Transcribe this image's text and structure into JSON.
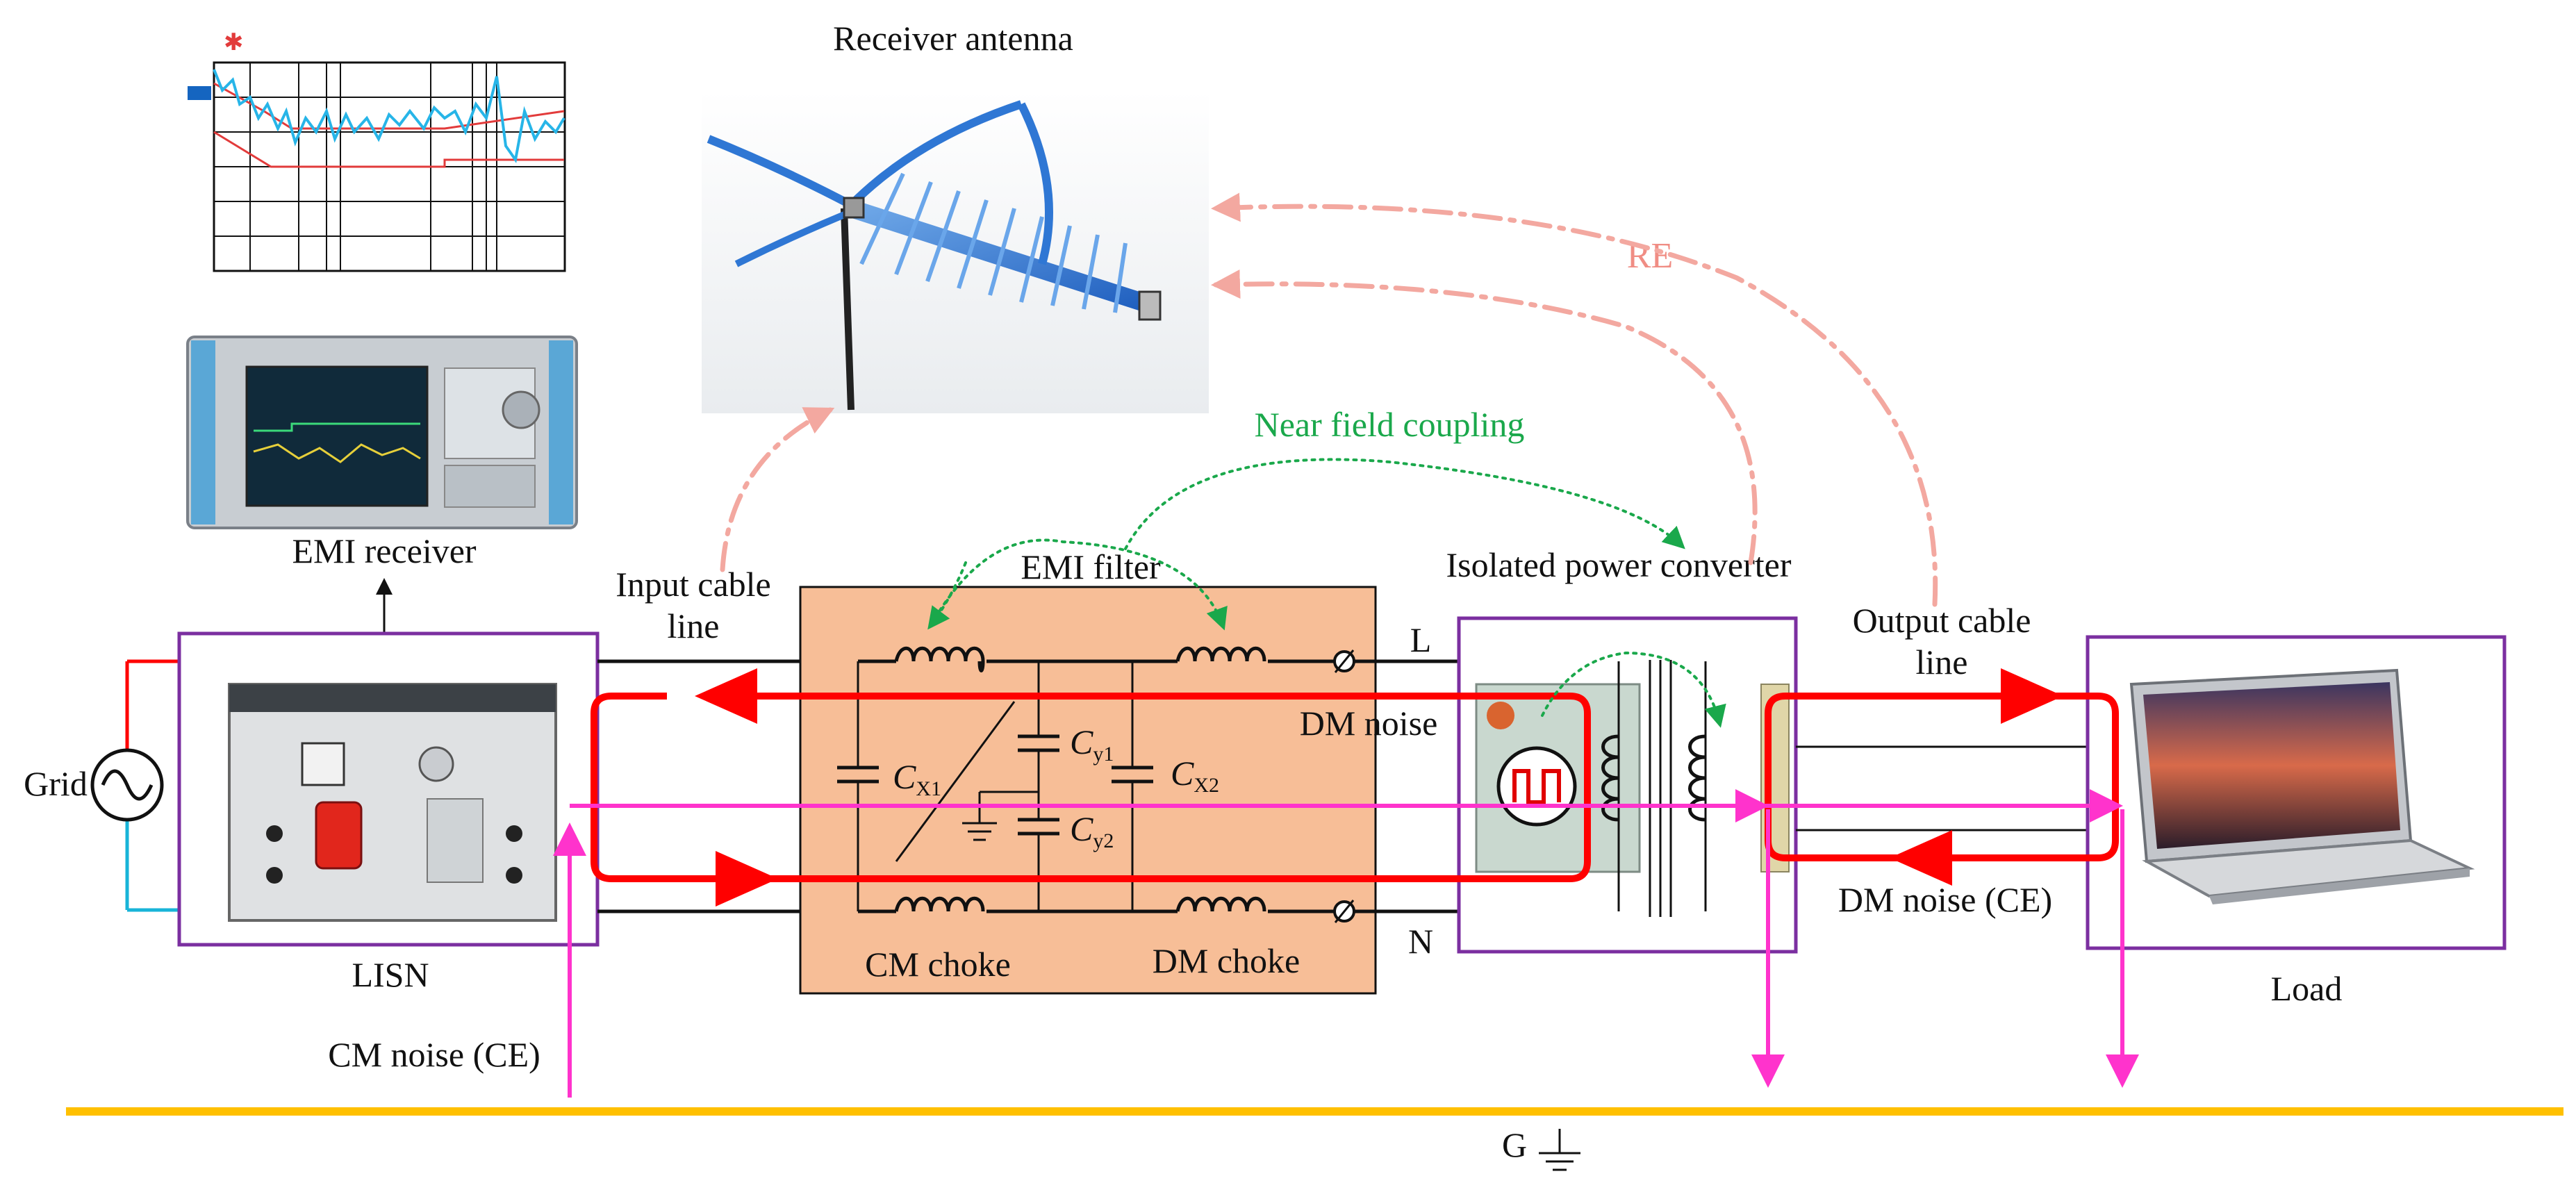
{
  "labels": {
    "receiver_antenna": "Receiver antenna",
    "emi_receiver": "EMI receiver",
    "re": "RE",
    "near_field_coupling": "Near field coupling",
    "input_cable_line_1": "Input cable",
    "input_cable_line_2": "line",
    "emi_filter": "EMI filter",
    "isolated_power_converter": "Isolated power converter",
    "output_cable_line_1": "Output cable",
    "output_cable_line_2": "line",
    "grid": "Grid",
    "lisn": "LISN",
    "dm_noise": "DM noise",
    "dm_noise_ce": "DM noise (CE)",
    "cm_noise_ce": "CM noise (CE)",
    "cm_choke": "CM choke",
    "dm_choke": "DM choke",
    "load": "Load",
    "line_l": "L",
    "line_n": "N",
    "ground": "G",
    "cx1_main": "C",
    "cx1_sub": "X1",
    "cx2_main": "C",
    "cx2_sub": "X2",
    "cy1_main": "C",
    "cy1_sub": "y1",
    "cy2_main": "C",
    "cy2_sub": "y2"
  },
  "colors": {
    "filter_box": "#f7be97",
    "frame": "#7b2fa0",
    "dm_path": "#ff0000",
    "cm_path": "#ff33cc",
    "near_field": "#1aa84b",
    "radiated": "#f3a8a0",
    "ground_bus": "#ffc000"
  },
  "icons": {
    "grid_source": "ac-source-icon",
    "ground": "ground-icon",
    "switch_node": "square-wave-icon"
  }
}
